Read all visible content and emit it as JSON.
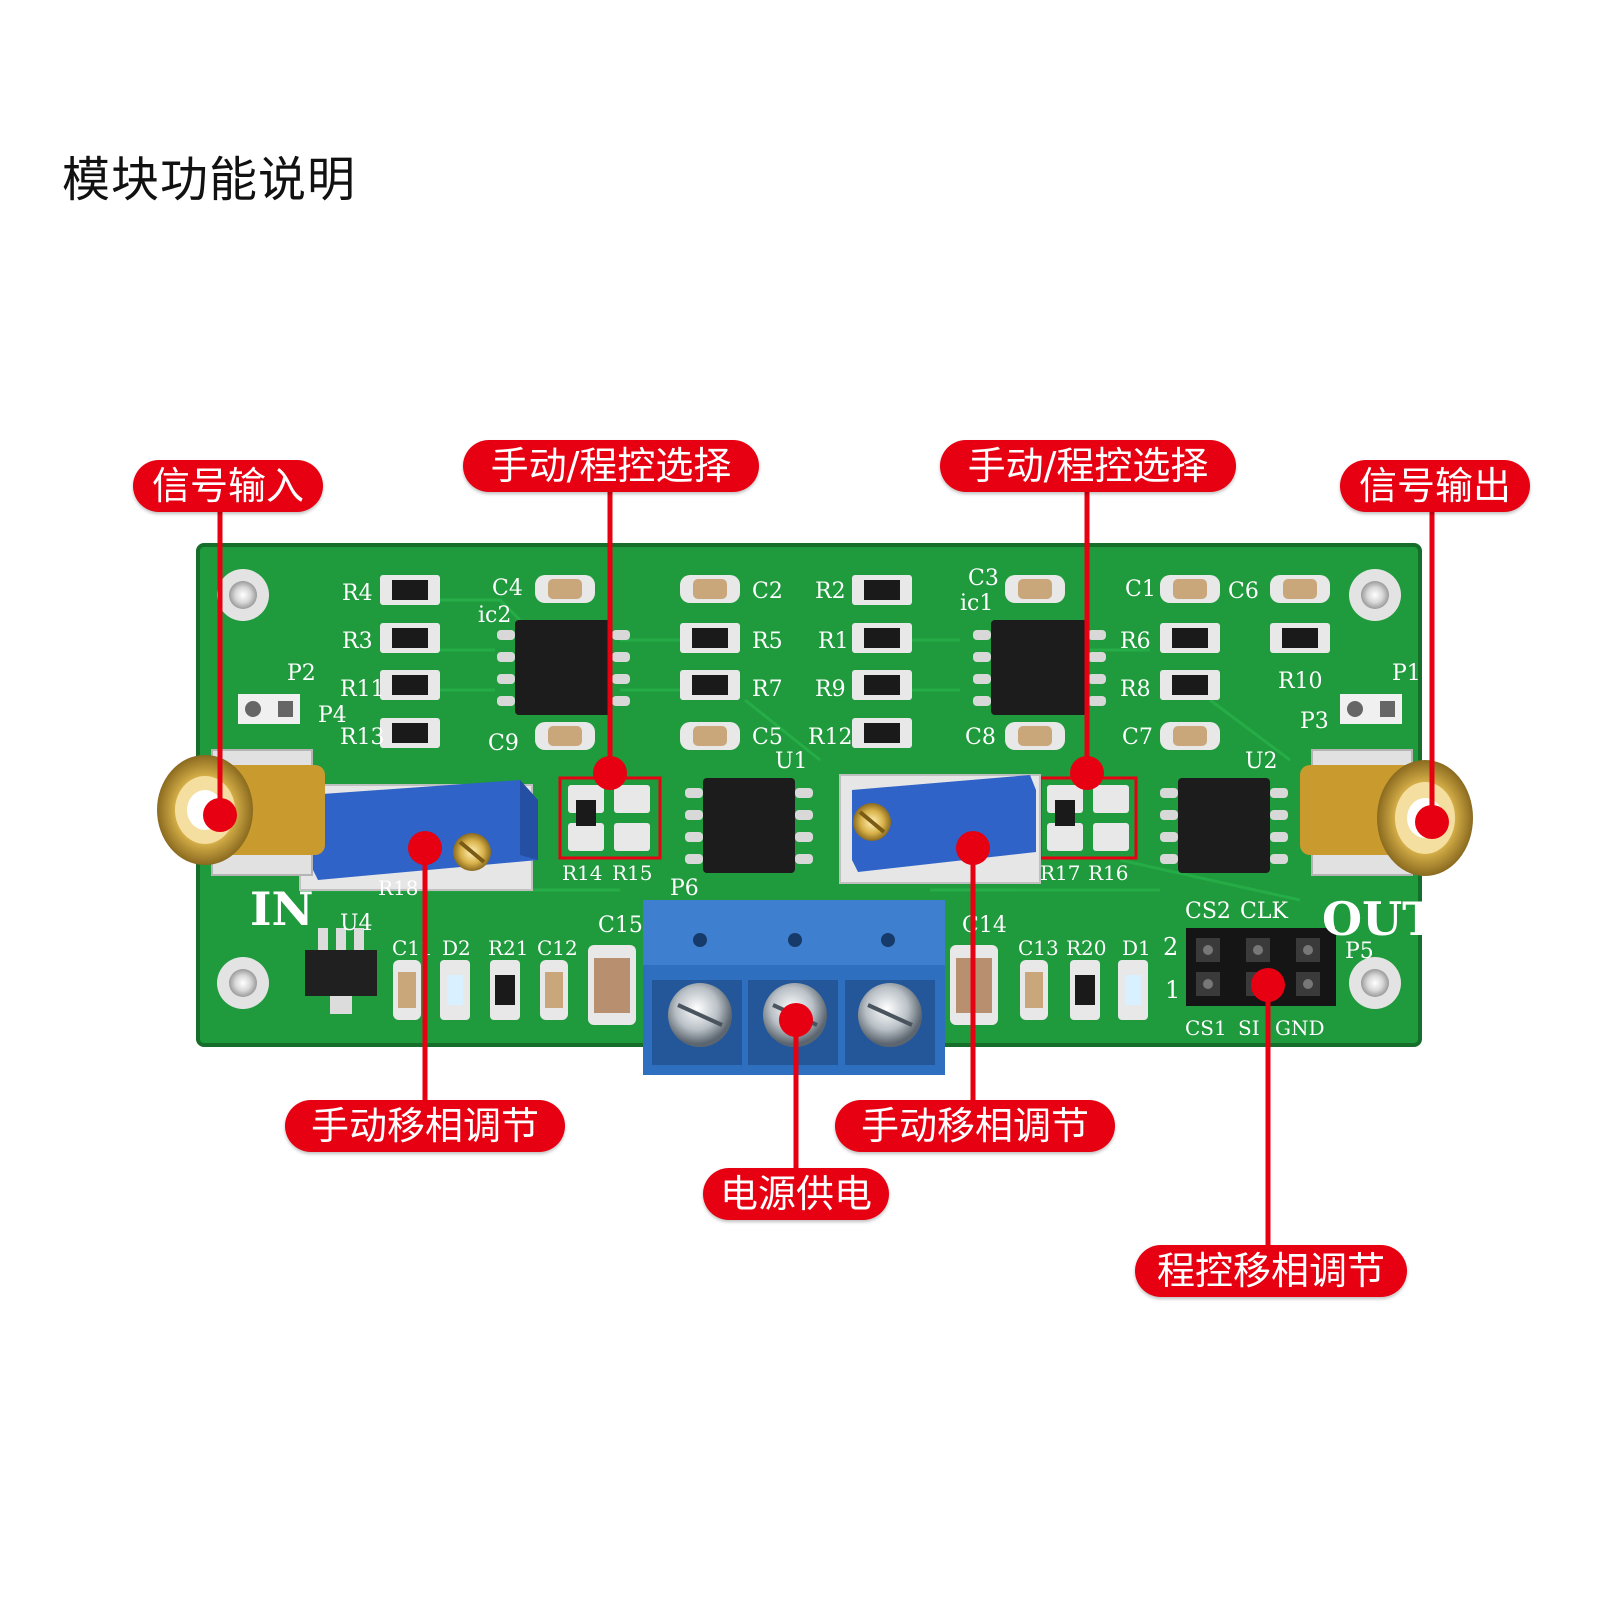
{
  "title": "模块功能说明",
  "colors": {
    "callout": "#e60012",
    "board": "#1f9a3c",
    "pot": "#2f63c8",
    "terminal": "#3f7fd0",
    "gold": "#d9b24a"
  },
  "callouts": {
    "signal_input": "信号输入",
    "select_left": "手动/程控选择",
    "select_right": "手动/程控选择",
    "signal_output": "信号输出",
    "manual_left": "手动移相调节",
    "manual_right": "手动移相调节",
    "power": "电源供电",
    "program": "程控移相调节"
  },
  "silkscreen": {
    "in": "IN",
    "out": "OUT",
    "r4": "R4",
    "r3": "R3",
    "r11": "R11",
    "r13": "R13",
    "c4": "C4",
    "ic2": "ic2",
    "c9": "C9",
    "c2": "C2",
    "r5": "R5",
    "r7": "R7",
    "c5": "C5",
    "u1": "U1",
    "r2": "R2",
    "r1": "R1",
    "r9": "R9",
    "r12": "R12",
    "c3": "C3",
    "ic1": "ic1",
    "c8": "C8",
    "c1": "C1",
    "c6": "C6",
    "r6": "R6",
    "r8": "R8",
    "c7": "C7",
    "r10": "R10",
    "p1": "P1",
    "p2": "P2",
    "p3": "P3",
    "p4": "P4",
    "p5": "P5",
    "p6": "P6",
    "u2": "U2",
    "u4": "U4",
    "r14": "R14",
    "r15": "R15",
    "r17": "R17",
    "r16": "R16",
    "r18": "R18",
    "c11": "C11",
    "d2": "D2",
    "r21": "R21",
    "c12": "C12",
    "c15": "C15",
    "c14": "C14",
    "c13": "C13",
    "r20": "R20",
    "d1": "D1",
    "cs2": "CS2",
    "clk": "CLK",
    "cs1": "CS1",
    "si": "SI",
    "gnd": "GND",
    "two": "2",
    "one": "1"
  }
}
